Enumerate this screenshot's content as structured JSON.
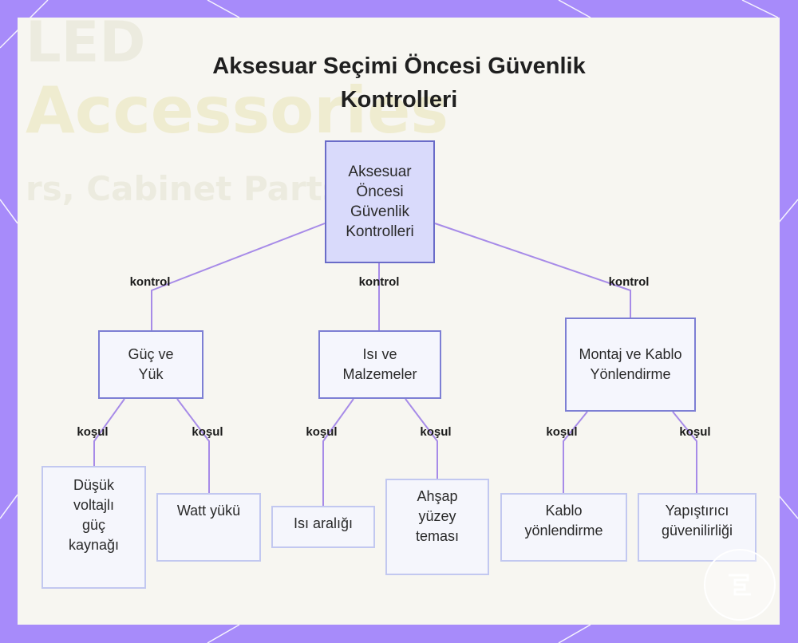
{
  "title_line1": "Aksesuar Seçimi Öncesi Güvenlik",
  "title_line2": "Kontrolleri",
  "background_photo_text": {
    "line1": "LED",
    "line2": "Accessories",
    "line3": "rs, Cabinet Parts"
  },
  "nodes": {
    "root": "Aksesuar Öncesi Güvenlik Kontrolleri",
    "guc": "Güç ve Yük",
    "isi": "Isı ve Malzemeler",
    "montaj": "Montaj ve Kablo Yönlendirme",
    "dusuk": "Düşük voltajlı güç kaynağı",
    "watt": "Watt yükü",
    "isi_araligi": "Isı aralığı",
    "ahsap": "Ahşap yüzey teması",
    "kablo": "Kablo yönlendirme",
    "yapistirici": "Yapıştırıcı güvenilirliği"
  },
  "edge_labels": {
    "l1": "kontrol",
    "l2": "kontrol",
    "l3": "kontrol",
    "l4": "koşul",
    "l5": "koşul",
    "l6": "koşul",
    "l7": "koşul",
    "l8": "koşul",
    "l9": "koşul"
  },
  "colors": {
    "frame": "#a78bfa",
    "edge": "#a78be8",
    "root_fill": "#d9dafb",
    "node_border": "#7d7fd4"
  }
}
